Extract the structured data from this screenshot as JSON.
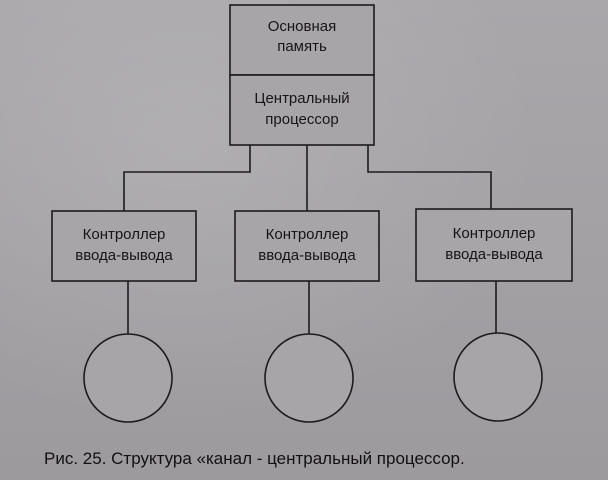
{
  "diagram": {
    "main_memory": {
      "line1": "Основная",
      "line2": "память"
    },
    "cpu": {
      "line1": "Центральный",
      "line2": "процессор"
    },
    "controllers": [
      {
        "line1": "Контроллер",
        "line2": "ввода-вывода"
      },
      {
        "line1": "Контроллер",
        "line2": "ввода-вывода"
      },
      {
        "line1": "Контроллер",
        "line2": "ввода-вывода"
      }
    ]
  },
  "caption": "Рис. 25. Структура «канал - центральный процессор."
}
